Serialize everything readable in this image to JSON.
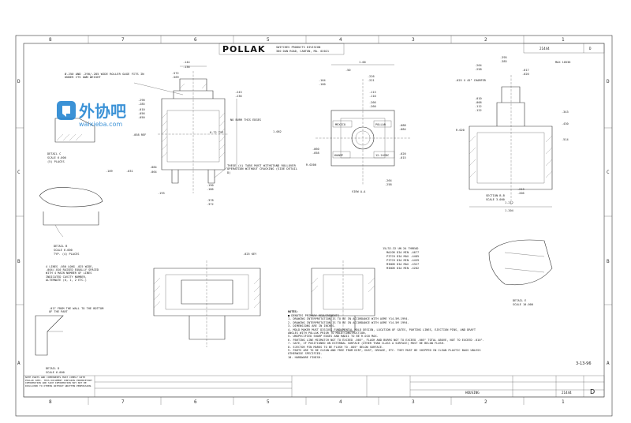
{
  "sheet": {
    "zones_top": [
      "8",
      "7",
      "6",
      "5",
      "4",
      "3",
      "2",
      "1"
    ],
    "zones_side": [
      "D",
      "C",
      "B",
      "A"
    ]
  },
  "company": {
    "logo": "POLLAK",
    "division": "SWITCHES PRODUCTS DIVISION",
    "address": "300 DAN ROAD, CANTON, MA. 02021"
  },
  "title_block": {
    "part_title": "HOUSING",
    "part_number": "21444",
    "rev": "D",
    "corner_number": "21444",
    "max_label": "MAX 10536"
  },
  "watermark": {
    "brand": "外协吧",
    "url": "waixieba.com"
  },
  "views": {
    "detail_c": [
      "DETAIL C",
      "SCALE 6.000",
      "(5) PLACES"
    ],
    "detail_b": [
      "DETAIL B",
      "SCALE 6.000",
      "TYP. (4) PLACES"
    ],
    "detail_d": [
      "DETAIL D",
      "SCALE 6.000"
    ],
    "detail_e": [
      "DETAIL E",
      "SCALE 10.000"
    ],
    "section_b": [
      "SECTION B-B",
      "SCALE 3.000"
    ],
    "view_a": "VIEW A-A"
  },
  "top_center_label": {
    "brand": "POLLAR",
    "origin": "MEXICO",
    "amp": "60AMP",
    "volt": "12-24VDC"
  },
  "callouts": {
    "roller_note": "Ø.250 AND .290/.285 WIDE ROLLER GAGE FITS IN UNDER ITS OWN WEIGHT",
    "burr_note": "NO BURR THIS EDGES",
    "tabs_note": "THESE (4) TABS MUST WITHSTAND ROLLOVER OPERATION WITHOUT CRACKING (SIDE DETAIL D)",
    "lines_note": "4 LINES .050 LONG .025 WIDE, .004/.010 RAISED EQUALLY SPACED WITH 4 MAIN NUMBER OF LINES INDICATED CAVITY NUMBER, ALTERNATE (0, 1, 2 ETC.)",
    "wall_note": ".017 FROM THE WALL TO THE BOTTOM OF THE PART",
    "thread_note": "15/32-32 UN 2A THREAD",
    "major_dia": "MAJOR DIA MIN .4677",
    "pitch_max": "PITCH DIA MAX .4485",
    "pitch_min": "PITCH DIA MIN .4459",
    "minor_max": "MINOR DIA MAX .4327",
    "minor_min": "MINOR DIA MIN .4282",
    "chamfer": ".025 X 45° CHAMFER",
    "key": ".025 KEY"
  },
  "dims_left": [
    ".144",
    ".136",
    ".572",
    ".569",
    ".290",
    ".285",
    ".010",
    ".056",
    ".050",
    "1.062",
    ".243",
    ".236",
    ".058 REF",
    "0.72 TYP",
    ".084",
    ".064",
    ".109",
    ".031",
    ".190",
    ".186",
    ".378",
    ".372",
    ".193"
  ],
  "dims_center": [
    "1.00",
    ".50",
    ".226",
    ".221",
    ".164",
    ".160",
    ".113",
    ".110",
    ".266",
    ".260",
    ".088",
    ".084",
    ".060",
    ".058",
    ".020",
    ".015",
    ".264",
    ".258",
    "R.0200"
  ],
  "dims_right": [
    ".395",
    ".385",
    ".264",
    ".258",
    ".017",
    ".020",
    ".010",
    ".006",
    ".112",
    ".122",
    ".343",
    ".430",
    ".514",
    ".213",
    ".206",
    "1.212",
    "1.204",
    "R.020"
  ],
  "notes": {
    "heading": "NOTES:",
    "items": [
      "■ DENOTES PRIMARY REQUIREMENTS",
      "1. DRAWING INTERPRETATION IS TO BE IN ACCORDANCE WITH ASME Y14.5M-1994.",
      "2. DRAWING INTERPRETATION IS TO BE IN ACCORDANCE WITH ASME Y14.5M 1994.",
      "3. DIMENSIONS ARE IN INCHES.",
      "4. MOLD MAKER MUST DISCUSS FUNDAMENTAL MOLD DESIGN, LOCATION OF GATES, PARTING LINES, EJECTION PINS, AND DRAFT ANGLES WITH POLLAK PRIOR TO MOLD CONSTRUCTION.",
      "5. UNSPECIFIED SHARP EDGES AND RADII TO BE R.010 MAX.",
      "6. PARTING LINE MISMATCH NOT TO EXCEED .005\", FLASH AND BURRS NOT TO EXCEED .005\" TOTAL ABOVE, NOT TO EXCEED .010\".",
      "7. GATE, IF POSITIONED ON EXTERNAL SURFACE (OTHER THAN CLASS A SURFACE) MUST BE BELOW FLUSH.",
      "8. EJECTOR PIN MARKS TO BE FLUSH TO .005\" BELOW SURFACE.",
      "9. PARTS ARE TO BE CLEAN AND FREE FROM DIRT, DUST, GREASE, ETC. THEY MUST BE SHIPPED IN CLEAN PLASTIC BAGS UNLESS OTHERWISE SPECIFIED.",
      "10. HARDWARE FINISH."
    ]
  },
  "bottom_left_note": "NOTE PARTS AND COMPONENTS MUST COMPLY WITH POLLAK SPEC. THIS DOCUMENT CONTAINS PROPRIETARY INFORMATION AND SUCH INFORMATION MAY NOT BE DISCLOSED TO OTHERS WITHOUT WRITTEN PERMISSION.",
  "date_mark": "3-13-96"
}
